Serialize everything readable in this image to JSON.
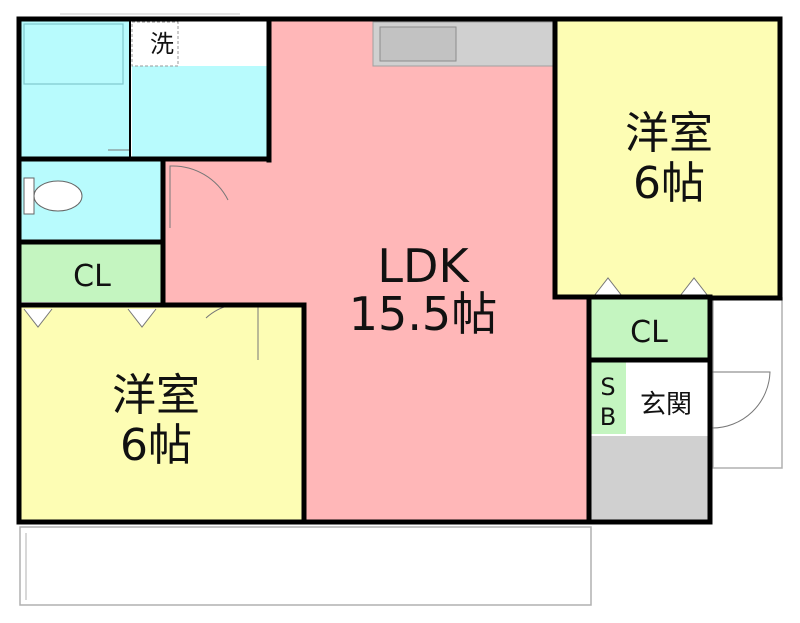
{
  "rooms": {
    "ldk": {
      "name": "LDK",
      "size": "15.5帖"
    },
    "western_room_right": {
      "name": "洋室",
      "size": "6帖"
    },
    "western_room_left": {
      "name": "洋室",
      "size": "6帖"
    },
    "closet_left": {
      "name": "CL"
    },
    "closet_right": {
      "name": "CL"
    },
    "laundry": {
      "name": "洗"
    },
    "entrance": {
      "name": "玄関"
    },
    "shoe_box": {
      "line1": "S",
      "line2": "B"
    }
  },
  "colors": {
    "ldk": "#ffb7b8",
    "western_room": "#fdfdb4",
    "water_area": "#b8fbfd",
    "closet": "#c4f5c0",
    "kitchen_counter": "#d0d0d0",
    "entrance_floor": "#d0d0d0",
    "wall": "#000000"
  }
}
